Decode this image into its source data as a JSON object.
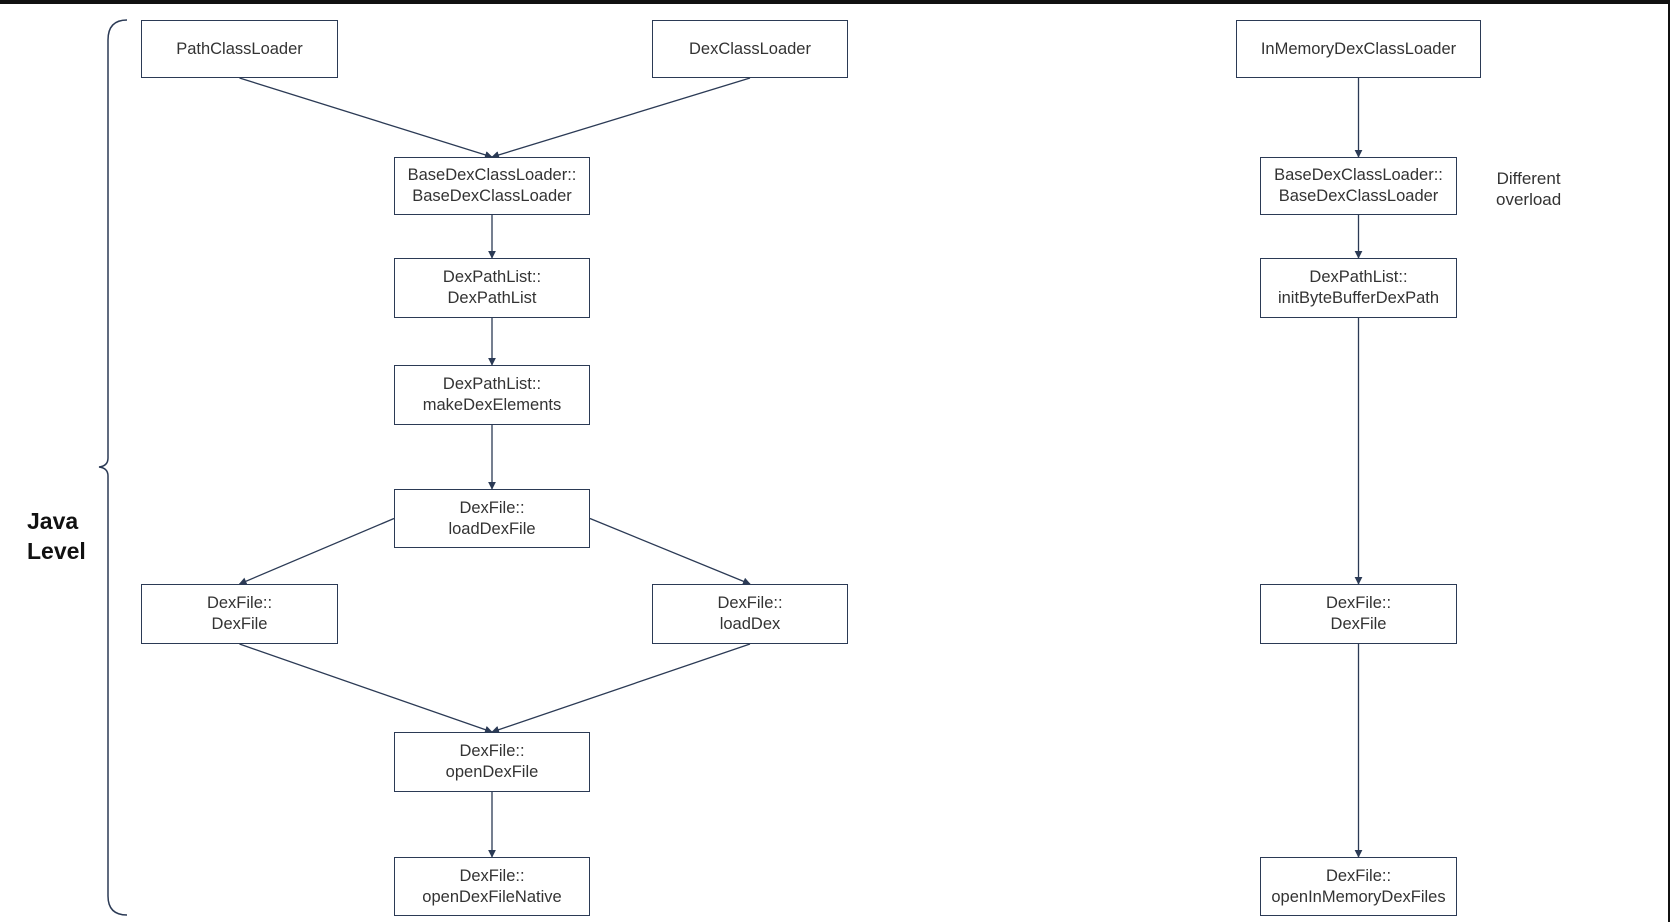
{
  "diagram": {
    "side_label": {
      "line1": "Java",
      "line2": "Level"
    },
    "note": {
      "line1": "Different",
      "line2": "overload"
    },
    "nodes": {
      "path_class_loader": {
        "line1": "PathClassLoader"
      },
      "dex_class_loader": {
        "line1": "DexClassLoader"
      },
      "base_dex_ctor_left": {
        "line1": "BaseDexClassLoader::",
        "line2": "BaseDexClassLoader"
      },
      "dex_path_list_ctor": {
        "line1": "DexPathList::",
        "line2": "DexPathList"
      },
      "make_dex_elements": {
        "line1": "DexPathList::",
        "line2": "makeDexElements"
      },
      "load_dex_file": {
        "line1": "DexFile::",
        "line2": "loadDexFile"
      },
      "dexfile_ctor_left": {
        "line1": "DexFile::",
        "line2": "DexFile"
      },
      "load_dex": {
        "line1": "DexFile::",
        "line2": "loadDex"
      },
      "open_dex_file": {
        "line1": "DexFile::",
        "line2": "openDexFile"
      },
      "open_dex_file_native": {
        "line1": "DexFile::",
        "line2": "openDexFileNative"
      },
      "in_memory_dex_class_loader": {
        "line1": "InMemoryDexClassLoader"
      },
      "base_dex_ctor_right": {
        "line1": "BaseDexClassLoader::",
        "line2": "BaseDexClassLoader"
      },
      "init_byte_buffer_dex_path": {
        "line1": "DexPathList::",
        "line2": "initByteBufferDexPath"
      },
      "dexfile_ctor_right": {
        "line1": "DexFile::",
        "line2": "DexFile"
      },
      "open_in_memory_dex_files": {
        "line1": "DexFile::",
        "line2": "openInMemoryDexFiles"
      }
    },
    "edges": [
      {
        "from": "path_class_loader",
        "to": "base_dex_ctor_left"
      },
      {
        "from": "dex_class_loader",
        "to": "base_dex_ctor_left"
      },
      {
        "from": "base_dex_ctor_left",
        "to": "dex_path_list_ctor"
      },
      {
        "from": "dex_path_list_ctor",
        "to": "make_dex_elements"
      },
      {
        "from": "make_dex_elements",
        "to": "load_dex_file"
      },
      {
        "from": "load_dex_file",
        "to": "dexfile_ctor_left"
      },
      {
        "from": "load_dex_file",
        "to": "load_dex"
      },
      {
        "from": "dexfile_ctor_left",
        "to": "open_dex_file"
      },
      {
        "from": "load_dex",
        "to": "open_dex_file"
      },
      {
        "from": "open_dex_file",
        "to": "open_dex_file_native"
      },
      {
        "from": "in_memory_dex_class_loader",
        "to": "base_dex_ctor_right"
      },
      {
        "from": "base_dex_ctor_right",
        "to": "init_byte_buffer_dex_path"
      },
      {
        "from": "init_byte_buffer_dex_path",
        "to": "dexfile_ctor_right"
      },
      {
        "from": "dexfile_ctor_right",
        "to": "open_in_memory_dex_files"
      }
    ],
    "colors": {
      "stroke": "#2b3a55",
      "text": "#333333"
    }
  }
}
